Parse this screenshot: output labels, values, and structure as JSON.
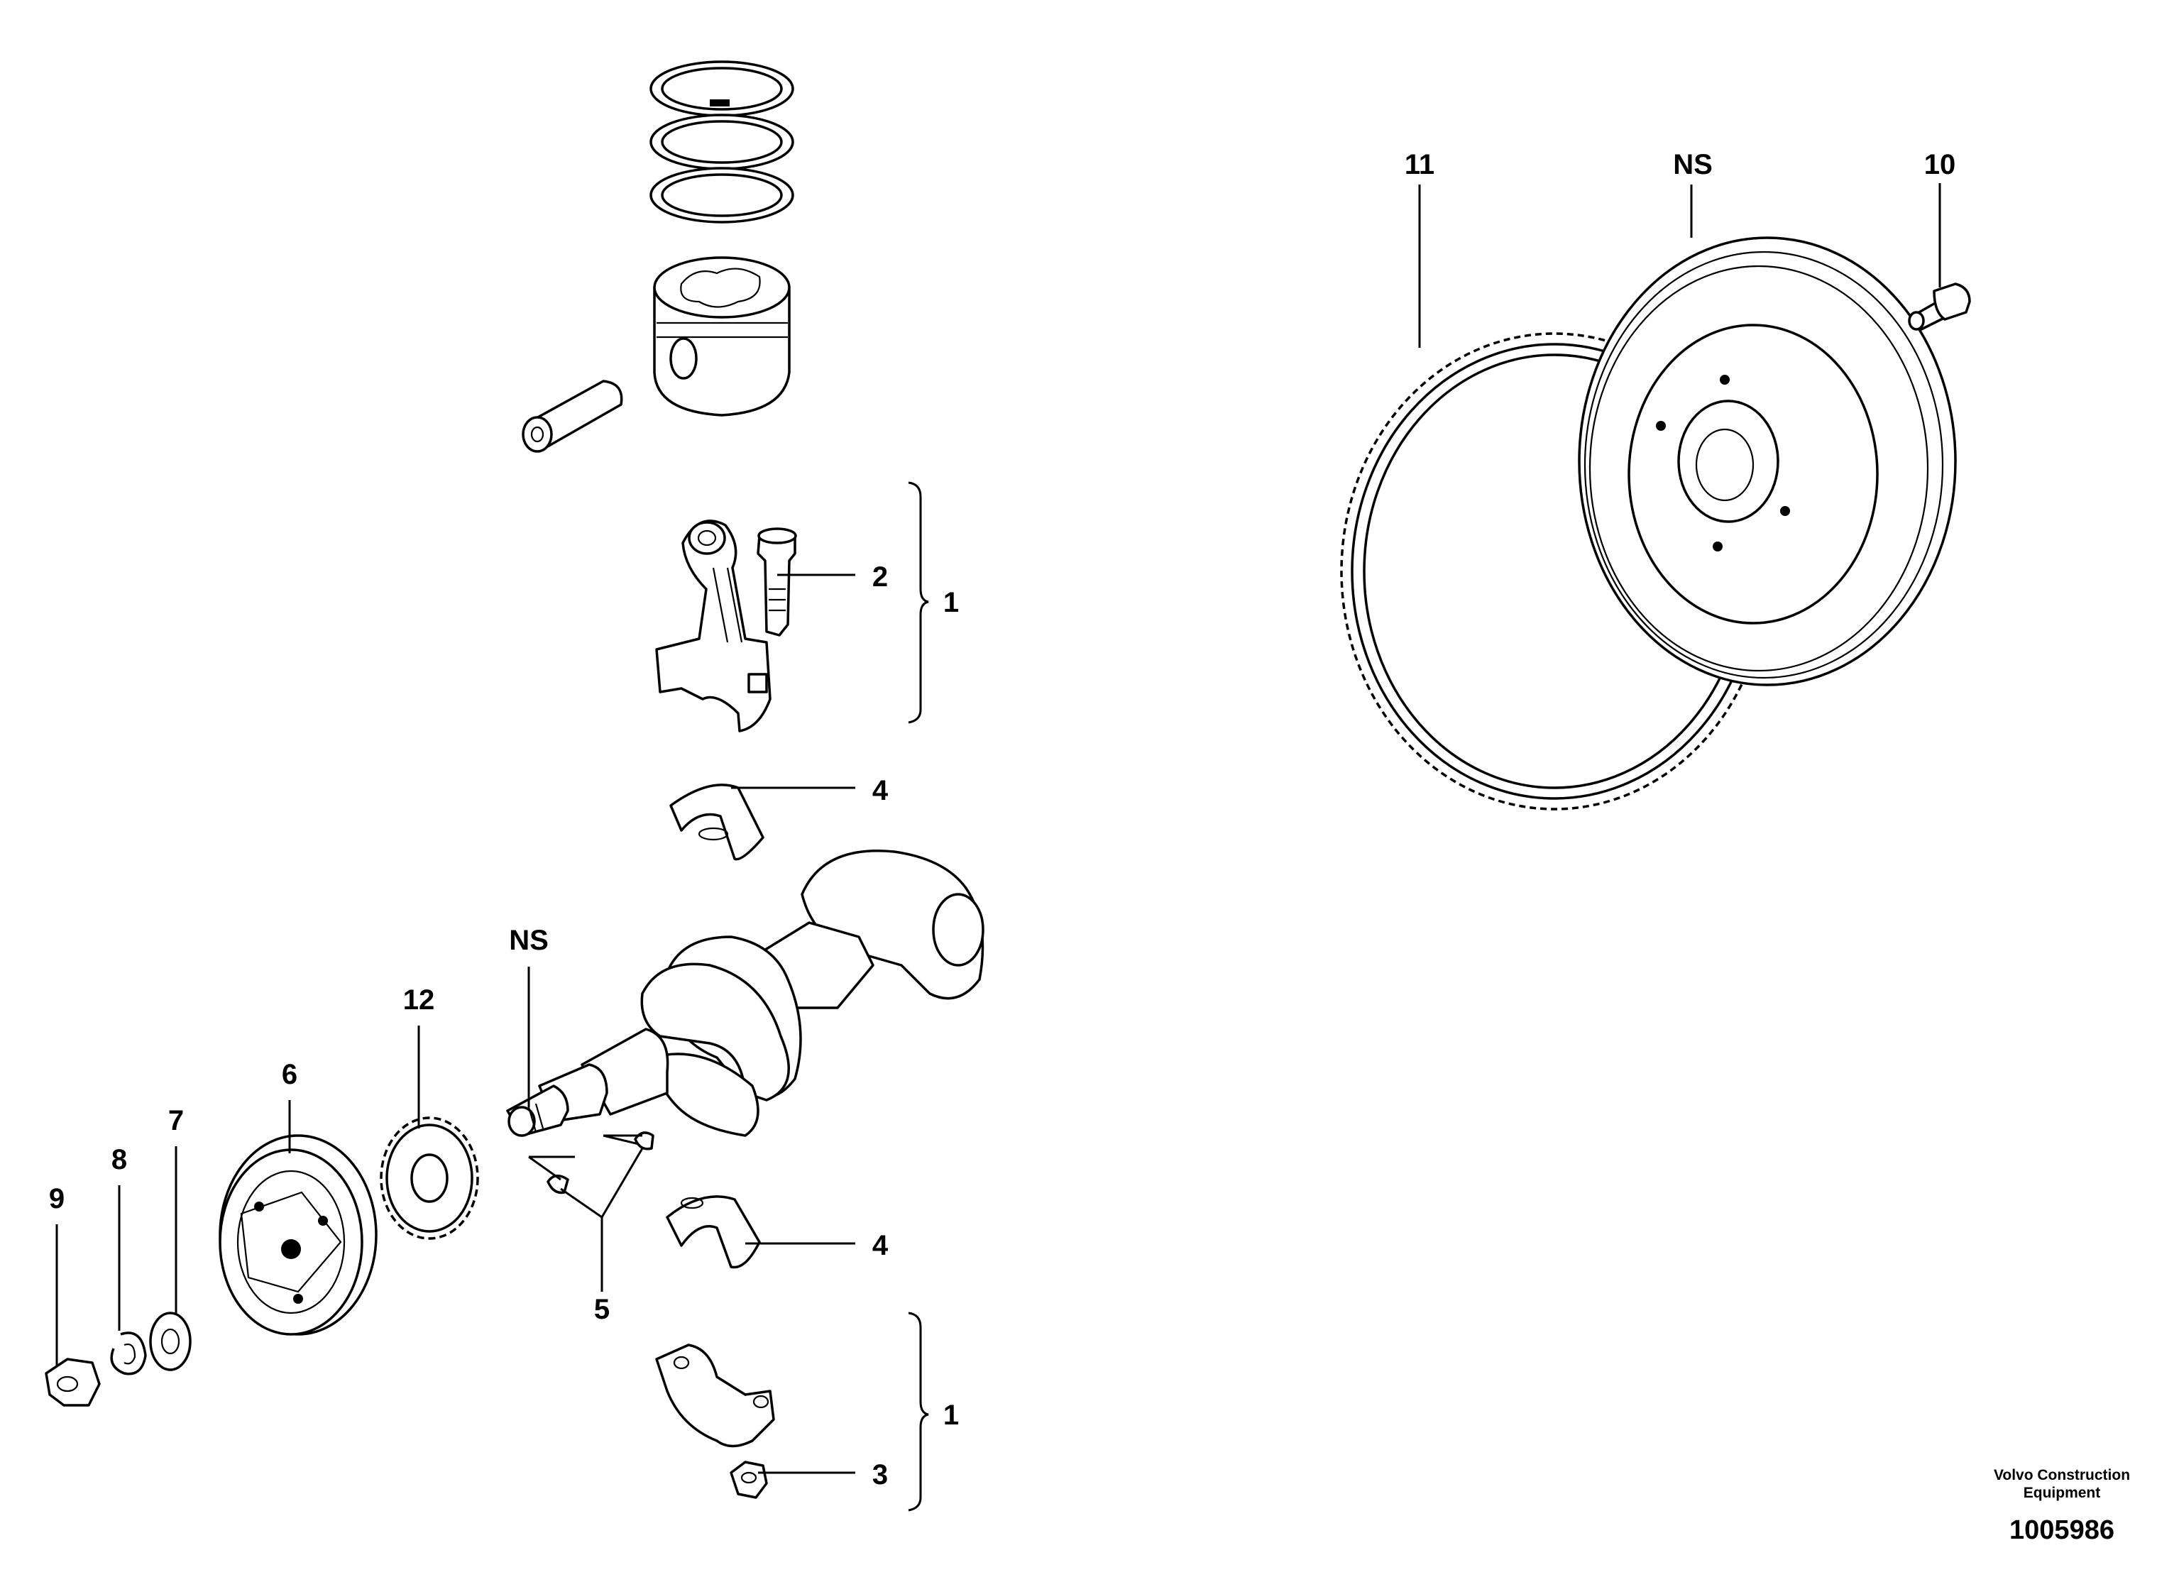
{
  "diagram": {
    "callouts": {
      "c1_top": "1",
      "c1_bottom": "1",
      "c2": "2",
      "c3": "3",
      "c4_top": "4",
      "c4_bottom": "4",
      "c5": "5",
      "c6": "6",
      "c7": "7",
      "c8": "8",
      "c9": "9",
      "c10": "10",
      "c11": "11",
      "c12": "12",
      "ns_crankshaft": "NS",
      "ns_flywheel": "NS"
    },
    "brand_line1": "Volvo Construction",
    "brand_line2": "Equipment",
    "document_number": "1005986"
  }
}
